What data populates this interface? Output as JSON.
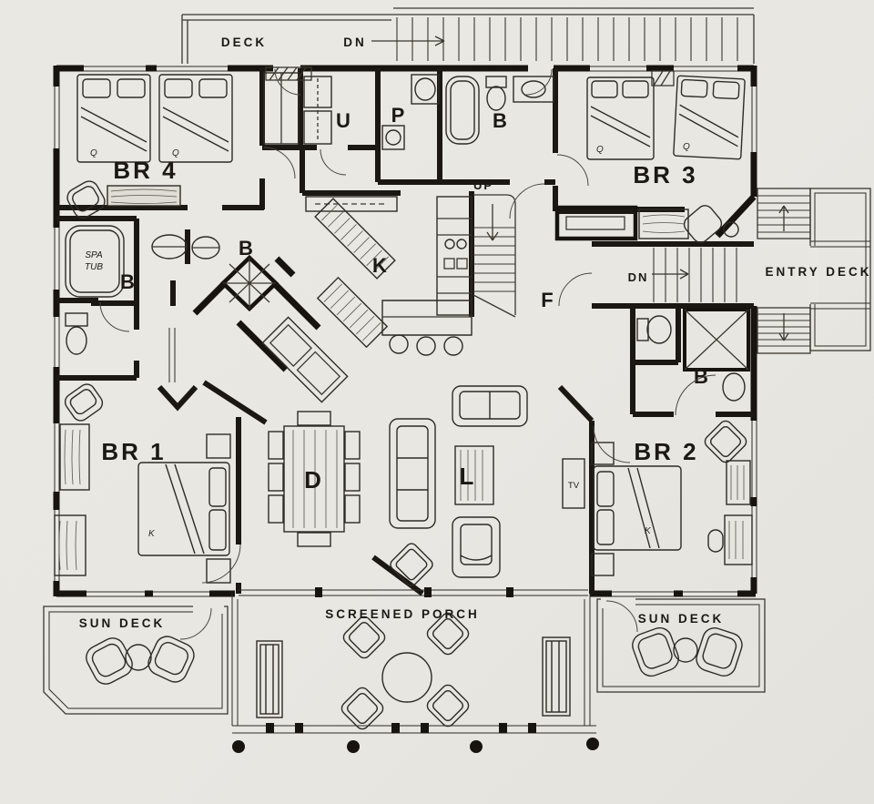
{
  "document": {
    "kind": "hand-drawn architectural floor plan",
    "view": "main level plan"
  },
  "palette": {
    "paper": "#e9e7e2",
    "ink": "#1c1915",
    "wall": "#17130e"
  },
  "labels": {
    "deck": "DECK",
    "dn": "DN",
    "up": "UP",
    "entry_deck": "ENTRY DECK",
    "sun_deck": "SUN DECK",
    "screened_porch": "SCREENED PORCH",
    "br1": "BR 1",
    "br2": "BR 2",
    "br3": "BR 3",
    "br4": "BR 4",
    "utility": "U",
    "powder": "P",
    "bath": "B",
    "kitchen": "K",
    "foyer": "F",
    "dining": "D",
    "living": "L",
    "tv": "TV",
    "spa_line1": "SPA",
    "spa_line2": "TUB",
    "bed_queen": "Q",
    "bed_king": "K"
  },
  "rooms": [
    {
      "id": "deck-top",
      "label": "DECK",
      "stairs": "DN"
    },
    {
      "id": "br4",
      "label": "BR 4",
      "beds": [
        "Q",
        "Q"
      ]
    },
    {
      "id": "utility",
      "label": "U"
    },
    {
      "id": "powder",
      "label": "P"
    },
    {
      "id": "bath-top",
      "label": "B"
    },
    {
      "id": "br3",
      "label": "BR 3",
      "beds": [
        "Q",
        "Q"
      ]
    },
    {
      "id": "spa",
      "label": "SPA TUB"
    },
    {
      "id": "bath-left",
      "label": "B"
    },
    {
      "id": "bath-middle",
      "label": "B"
    },
    {
      "id": "kitchen",
      "label": "K"
    },
    {
      "id": "stairs-up",
      "label": "UP"
    },
    {
      "id": "foyer",
      "label": "F"
    },
    {
      "id": "entry-stairs",
      "label": "DN"
    },
    {
      "id": "entry-deck",
      "label": "ENTRY DECK"
    },
    {
      "id": "bath-right",
      "label": "B"
    },
    {
      "id": "br1",
      "label": "BR 1",
      "beds": [
        "K"
      ]
    },
    {
      "id": "dining",
      "label": "D"
    },
    {
      "id": "living",
      "label": "L",
      "features": [
        "TV"
      ]
    },
    {
      "id": "br2",
      "label": "BR 2",
      "beds": [
        "K"
      ]
    },
    {
      "id": "sun-deck-left",
      "label": "SUN DECK"
    },
    {
      "id": "screened-porch",
      "label": "SCREENED PORCH"
    },
    {
      "id": "sun-deck-right",
      "label": "SUN DECK"
    }
  ]
}
